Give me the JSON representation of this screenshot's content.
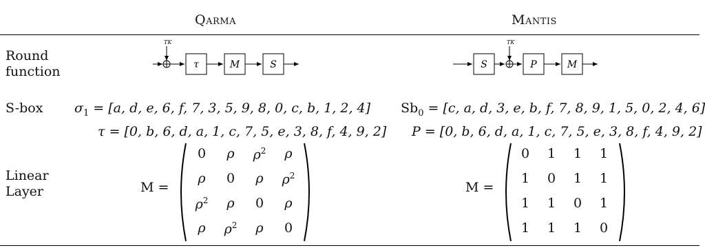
{
  "header": {
    "col1": "Qarma",
    "col2": "Mantis"
  },
  "rows": {
    "round_function": "Round function",
    "round_function_l1": "Round",
    "round_function_l2": "function",
    "sbox": "S-box",
    "linear_layer_l1": "Linear",
    "linear_layer_l2": "Layer"
  },
  "qarma": {
    "round_diagram": {
      "input": "TK",
      "boxes": [
        "τ",
        "M",
        "S"
      ]
    },
    "sigma1_lhs": "σ",
    "sigma1_sub": "1",
    "sigma1_rhs": " = [a, d, e, 6, f, 7, 3, 5, 9, 8, 0, c, b, 1, 2, 4]",
    "tau_lhs": "τ",
    "tau_rhs": " = [0, b, 6, d, a, 1, c, 7, 5, e, 3, 8, f, 4, 9, 2]",
    "matrix_label": "M =",
    "matrix": [
      [
        "0",
        "ρ",
        "ρ2",
        "ρ"
      ],
      [
        "ρ",
        "0",
        "ρ",
        "ρ2"
      ],
      [
        "ρ2",
        "ρ",
        "0",
        "ρ"
      ],
      [
        "ρ",
        "ρ2",
        "ρ",
        "0"
      ]
    ]
  },
  "mantis": {
    "round_diagram": {
      "input": "TK",
      "boxes": [
        "S",
        "P",
        "M"
      ]
    },
    "sb0_lhs": "Sb",
    "sb0_sub": "0",
    "sb0_rhs": " = [c, a, d, 3, e, b, f, 7, 8, 9, 1, 5, 0, 2, 4, 6]",
    "p_lhs": "P",
    "p_rhs": " = [0, b, 6, d, a, 1, c, 7, 5, e, 3, 8, f, 4, 9, 2]",
    "matrix_label": "M =",
    "matrix": [
      [
        "0",
        "1",
        "1",
        "1"
      ],
      [
        "1",
        "0",
        "1",
        "1"
      ],
      [
        "1",
        "1",
        "0",
        "1"
      ],
      [
        "1",
        "1",
        "1",
        "0"
      ]
    ]
  }
}
